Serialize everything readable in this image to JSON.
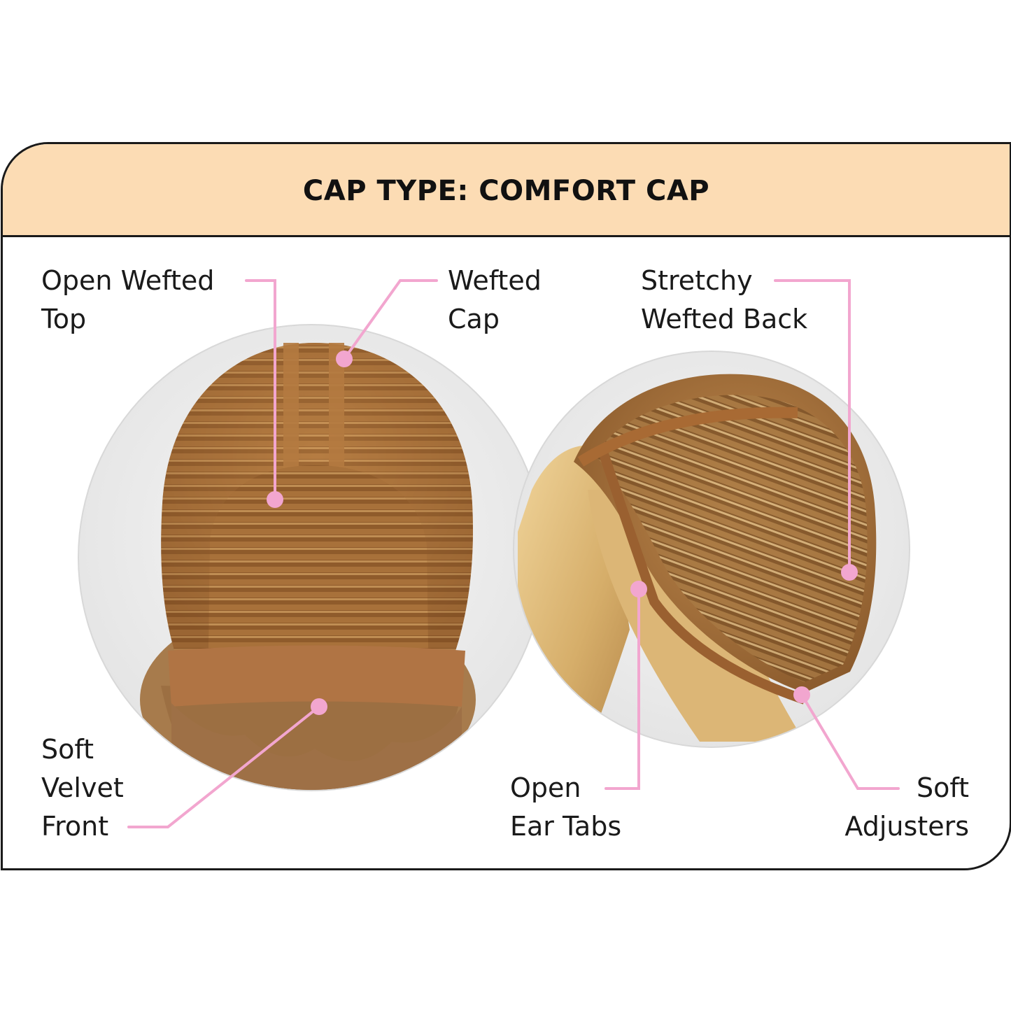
{
  "title": "CAP TYPE: COMFORT CAP",
  "callouts": {
    "open_wefted_top": [
      "Open Wefted",
      "Top"
    ],
    "wefted_cap": [
      "Wefted",
      "Cap"
    ],
    "stretchy_wefted_back": [
      "Stretchy",
      "Wefted Back"
    ],
    "soft_velvet_front": [
      "Soft",
      "Velvet",
      "Front"
    ],
    "open_ear_tabs": [
      "Open",
      "Ear Tabs"
    ],
    "soft_adjusters": [
      "Soft",
      "Adjusters"
    ]
  },
  "colors": {
    "header_bg": "#fcdcb4",
    "border": "#1a1a1a",
    "leader_line": "#f2a6cf",
    "cap_lace": "#b87a3e",
    "blonde_hair": "#e0bc7c",
    "backdrop": "#e9e9e9"
  },
  "images": {
    "left": "wig-cap-interior-top-view",
    "right": "wig-cap-interior-side-view"
  }
}
